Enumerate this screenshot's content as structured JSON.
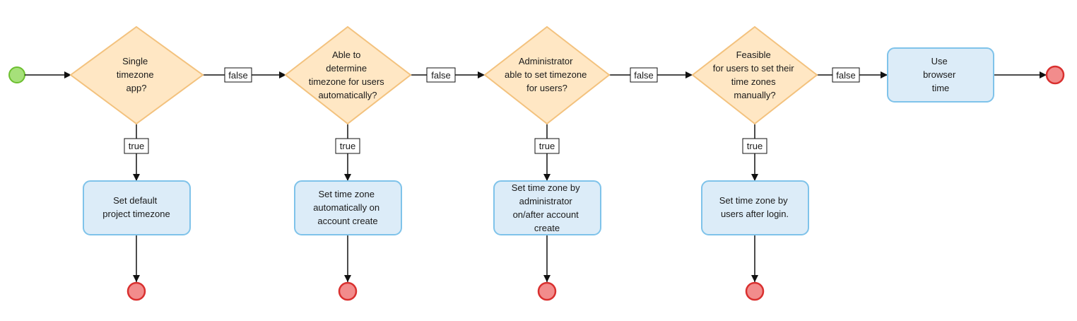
{
  "diagram": {
    "type": "flowchart",
    "colors": {
      "decision_fill": "#ffe7c4",
      "decision_stroke": "#f3c27e",
      "task_fill": "#dcecf8",
      "task_stroke": "#7fc3ea",
      "start_fill": "#a6e07a",
      "end_fill": "#f28c8c",
      "end_stroke": "#d9302f"
    },
    "decisions": [
      {
        "id": "d1",
        "lines": [
          "Single",
          "timezone",
          "app?"
        ]
      },
      {
        "id": "d2",
        "lines": [
          "Able to",
          "determine",
          "timezone for users",
          "automatically?"
        ]
      },
      {
        "id": "d3",
        "lines": [
          "Administrator",
          "able to set timezone",
          "for users?"
        ]
      },
      {
        "id": "d4",
        "lines": [
          "Feasible",
          "for users to set their",
          "time zones",
          "manually?"
        ]
      }
    ],
    "tasks": [
      {
        "id": "t1",
        "lines": [
          "Set default",
          "project timezone"
        ]
      },
      {
        "id": "t2",
        "lines": [
          "Set time zone",
          "automatically on",
          "account create"
        ]
      },
      {
        "id": "t3",
        "lines": [
          "Set time zone by",
          "administrator",
          "on/after account",
          "create"
        ]
      },
      {
        "id": "t4",
        "lines": [
          "Set time zone by",
          "users after login."
        ]
      },
      {
        "id": "t5",
        "lines": [
          "Use",
          "browser",
          "time"
        ]
      }
    ],
    "edge_labels": {
      "false": "false",
      "true": "true"
    },
    "edges": [
      {
        "from": "start",
        "to": "d1",
        "label": ""
      },
      {
        "from": "d1",
        "to": "d2",
        "label": "false"
      },
      {
        "from": "d2",
        "to": "d3",
        "label": "false"
      },
      {
        "from": "d3",
        "to": "d4",
        "label": "false"
      },
      {
        "from": "d4",
        "to": "t5",
        "label": "false"
      },
      {
        "from": "t5",
        "to": "end5",
        "label": ""
      },
      {
        "from": "d1",
        "to": "t1",
        "label": "true"
      },
      {
        "from": "d2",
        "to": "t2",
        "label": "true"
      },
      {
        "from": "d3",
        "to": "t3",
        "label": "true"
      },
      {
        "from": "d4",
        "to": "t4",
        "label": "true"
      },
      {
        "from": "t1",
        "to": "end1",
        "label": ""
      },
      {
        "from": "t2",
        "to": "end2",
        "label": ""
      },
      {
        "from": "t3",
        "to": "end3",
        "label": ""
      },
      {
        "from": "t4",
        "to": "end4",
        "label": ""
      }
    ]
  }
}
